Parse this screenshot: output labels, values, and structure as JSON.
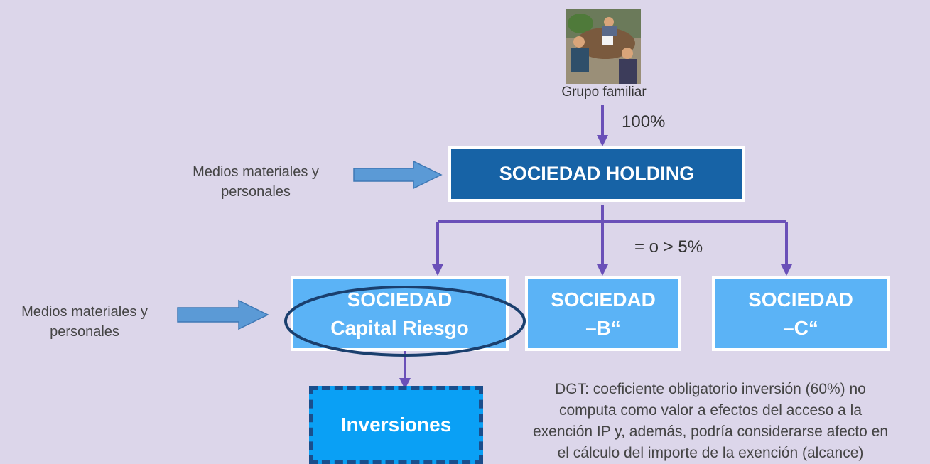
{
  "top": {
    "caption": "Grupo familiar",
    "percent": "100%"
  },
  "holding": {
    "label": "SOCIEDAD HOLDING"
  },
  "branch_percent": "= o > 5%",
  "side_left_1": {
    "line1": "Medios materiales y",
    "line2": "personales"
  },
  "side_left_2": {
    "line1": "Medios materiales y",
    "line2": "personales"
  },
  "subsidiaries": [
    {
      "line1": "SOCIEDAD",
      "line2": "Capital Riesgo"
    },
    {
      "line1": "SOCIEDAD",
      "line2": "–B“"
    },
    {
      "line1": "SOCIEDAD",
      "line2": "–C“"
    }
  ],
  "investments": {
    "label": "Inversiones"
  },
  "note": {
    "line1": "DGT: coeficiente obligatorio inversión (60%) no",
    "line2": "computa como valor a efectos del acceso a la",
    "line3": "exención IP y, además, podría considerarse afecto en",
    "line4": "el cálculo del importe de la exención (alcance)"
  },
  "colors": {
    "background": "#dcd6ea",
    "holding": "#1763a6",
    "subsidiary": "#5bb3f6",
    "investments": "#0aa0f5",
    "connector": "#6a50b8",
    "side_arrow": "#5b9ad6"
  }
}
